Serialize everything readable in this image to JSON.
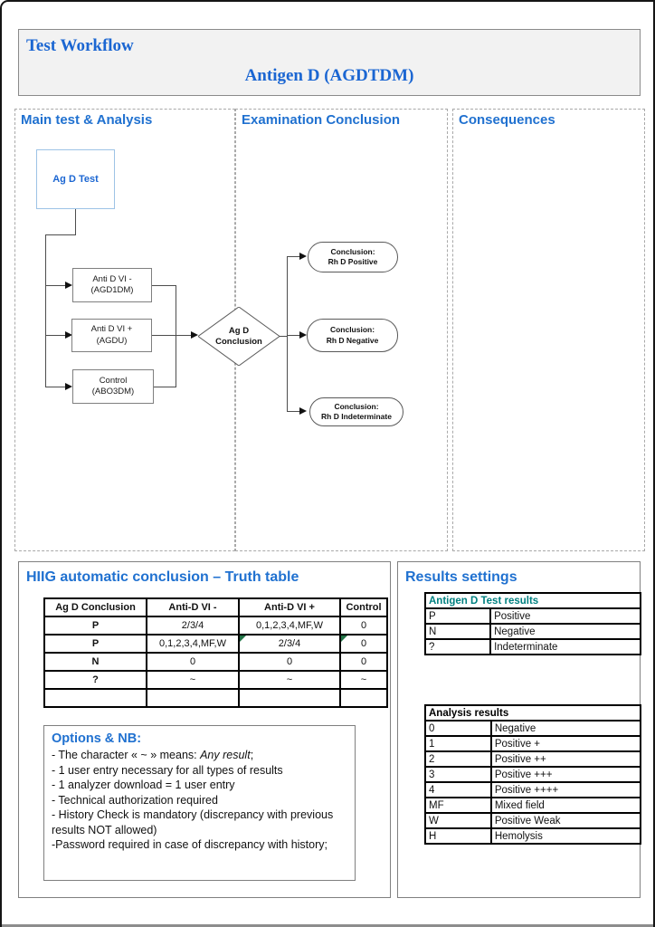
{
  "page": {
    "title": "Test Workflow",
    "subtitle": "Antigen D (AGDTDM)"
  },
  "columns": {
    "main": "Main test & Analysis",
    "examination": "Examination Conclusion",
    "consequences": "Consequences"
  },
  "flowchart": {
    "test_box": "Ag D Test",
    "analysis_boxes": [
      {
        "line1": "Anti D VI -",
        "line2": "(AGD1DM)"
      },
      {
        "line1": "Anti D VI +",
        "line2": "(AGDU)"
      },
      {
        "line1": "Control",
        "line2": "(ABO3DM)"
      }
    ],
    "decision": {
      "line1": "Ag D",
      "line2": "Conclusion"
    },
    "conclusions": [
      {
        "line1": "Conclusion:",
        "line2": "Rh D Positive"
      },
      {
        "line1": "Conclusion:",
        "line2": "Rh D Negative"
      },
      {
        "line1": "Conclusion:",
        "line2": "Rh D Indeterminate"
      }
    ]
  },
  "truth_table": {
    "title": "HIIG automatic conclusion – Truth table",
    "headers": [
      "Ag D Conclusion",
      "Anti-D VI -",
      "Anti-D VI +",
      "Control"
    ],
    "rows": [
      {
        "cells": [
          "P",
          "2/3/4",
          "0,1,2,3,4,MF,W",
          "0"
        ]
      },
      {
        "cells": [
          "P",
          "0,1,2,3,4,MF,W",
          "2/3/4",
          "0"
        ]
      },
      {
        "cells": [
          "N",
          "0",
          "0",
          "0"
        ]
      },
      {
        "cells": [
          "?",
          "~",
          "~",
          "~"
        ]
      },
      {
        "cells": [
          "",
          "",
          "",
          ""
        ]
      }
    ],
    "comment_cells": [
      [
        1,
        2
      ],
      [
        1,
        3
      ]
    ]
  },
  "options": {
    "title": "Options & NB:",
    "note1": {
      "pre": "- The character « ~ » means: ",
      "italic": "Any result",
      "post": ";"
    },
    "notes": [
      "- 1 user entry necessary for all types of results",
      "- 1 analyzer download = 1 user entry",
      "- Technical authorization required",
      "- History Check is mandatory (discrepancy with previous results NOT allowed)",
      "-Password required in case of discrepancy with history;"
    ]
  },
  "results_settings": {
    "title": "Results settings",
    "antigen_table": {
      "header": "Antigen D Test results",
      "rows": [
        [
          "P",
          "Positive"
        ],
        [
          "N",
          "Negative"
        ],
        [
          "?",
          "Indeterminate"
        ]
      ]
    },
    "analysis_table": {
      "header": "Analysis results",
      "rows": [
        [
          "0",
          "Negative"
        ],
        [
          "1",
          "Positive +"
        ],
        [
          "2",
          "Positive ++"
        ],
        [
          "3",
          "Positive +++"
        ],
        [
          "4",
          "Positive ++++"
        ],
        [
          "MF",
          "Mixed field"
        ],
        [
          "W",
          "Positive Weak"
        ],
        [
          "H",
          "Hemolysis"
        ]
      ]
    }
  },
  "colors": {
    "heading_blue": "#2071d0",
    "serif_blue": "#1b66d2",
    "teal_header": "#008080",
    "comment_marker_green": "#217346",
    "test_box_border": "#9dc3e6"
  }
}
